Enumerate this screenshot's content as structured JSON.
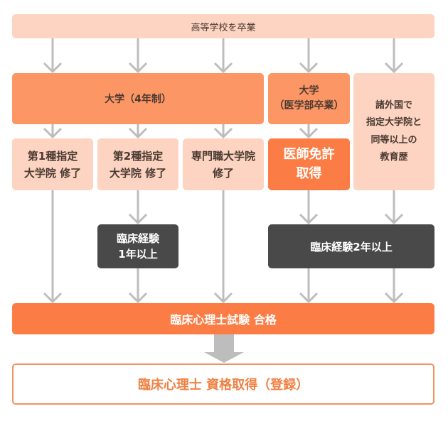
{
  "diagram": {
    "title_box": "高等学校を卒業",
    "university_4yr": "大学（4年制）",
    "university_medical": "大学\n（医学部卒業）",
    "foreign_education": "諸外国で\n指定大学院と\n同等以上の\n教育歴",
    "grad_type1": "第1種指定\n大学院 修了",
    "grad_type2": "第2種指定\n大学院 修了",
    "grad_professional": "専門職大学院\n修了",
    "medical_license": "医師免許\n取得",
    "clinical_exp_1yr": "臨床経験\n1年以上",
    "clinical_exp_2yr": "臨床経験2年以上",
    "exam_pass": "臨床心理士試験 合格",
    "final_qualification": "臨床心理士 資格取得（登録）"
  },
  "colors": {
    "light_box": "#fdd4c1",
    "mid_box": "#fc9665",
    "strong_box": "#fc7c45",
    "dark_box": "#494949",
    "outline_accent": "#ee9360",
    "arrow": "#bdbdbd"
  }
}
